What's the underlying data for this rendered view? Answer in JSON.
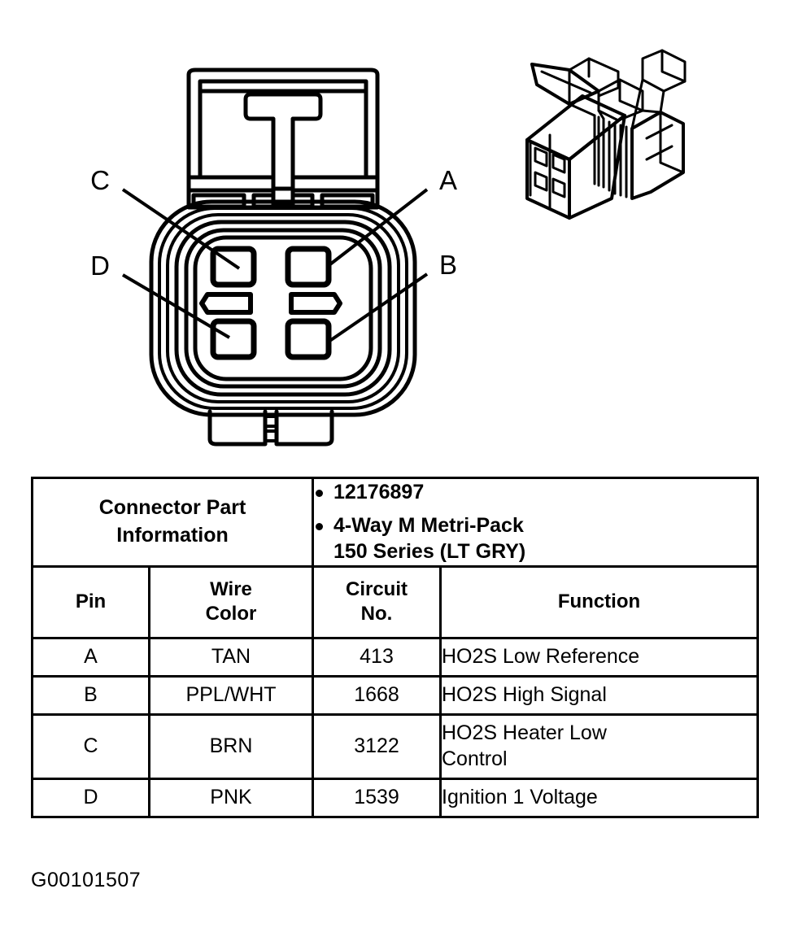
{
  "figure": {
    "caption": "G00101507"
  },
  "diagram": {
    "face_view_name": "connector-face-view",
    "iso_view_name": "connector-isometric-view",
    "callouts": [
      {
        "label": "C",
        "pin": "C",
        "target": "upper-left-cavity"
      },
      {
        "label": "A",
        "pin": "A",
        "target": "upper-right-cavity"
      },
      {
        "label": "D",
        "pin": "D",
        "target": "lower-left-cavity"
      },
      {
        "label": "B",
        "pin": "B",
        "target": "lower-right-cavity"
      }
    ]
  },
  "table": {
    "connector_part": {
      "title_line1": "Connector Part",
      "title_line2": "Information",
      "bullets": [
        {
          "text": "12176897"
        },
        {
          "text": "4-Way M Metri-Pack",
          "line2": "150 Series (LT GRY)"
        }
      ]
    },
    "headers": {
      "pin": "Pin",
      "wire_color_line1": "Wire",
      "wire_color_line2": "Color",
      "circuit_no_line1": "Circuit",
      "circuit_no_line2": "No.",
      "function": "Function"
    },
    "rows": [
      {
        "pin": "A",
        "wire_color": "TAN",
        "circuit_no": "413",
        "function": "HO2S Low Reference",
        "function_line2": ""
      },
      {
        "pin": "B",
        "wire_color": "PPL/WHT",
        "circuit_no": "1668",
        "function": "HO2S High Signal",
        "function_line2": ""
      },
      {
        "pin": "C",
        "wire_color": "BRN",
        "circuit_no": "3122",
        "function": "HO2S Heater Low",
        "function_line2": "Control"
      },
      {
        "pin": "D",
        "wire_color": "PNK",
        "circuit_no": "1539",
        "function": "Ignition 1 Voltage",
        "function_line2": ""
      }
    ]
  },
  "colors": {
    "ink": "#000000",
    "background": "#ffffff"
  }
}
